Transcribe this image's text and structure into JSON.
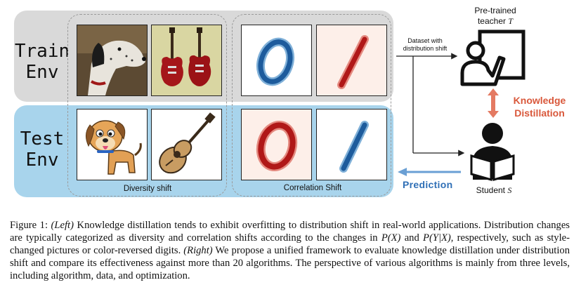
{
  "labels": {
    "train_line1": "Train",
    "train_line2": "Env",
    "test_line1": "Test",
    "test_line2": "Env",
    "diversity_shift": "Diversity shift",
    "correlation_shift": "Correlation Shift",
    "dataset_line1": "Dataset with",
    "dataset_line2": "distribution shift",
    "teacher_line1": "Pre-trained",
    "teacher_line2": "teacher",
    "teacher_symbol": "T",
    "knowledge_line1": "Knowledge",
    "knowledge_line2": "Distillation",
    "prediction": "Prediction",
    "student_text": "Student",
    "student_symbol": "S"
  },
  "colors": {
    "train_band": "#d9d9d9",
    "test_band": "#a8d4ec",
    "knowledge_distillation": "#d9583b",
    "prediction": "#2f6fb6",
    "digit_blue": "#1d5b9c",
    "digit_red": "#b01818"
  },
  "caption": {
    "figure_label": "Figure 1:",
    "left_tag": "(Left)",
    "part1": " Knowledge distillation tends to exhibit overfitting to distribution shift in real-world applications. Distribution changes are typically categorized as diversity and correlation shifts according to the changes in ",
    "px": "P(X)",
    "and": " and ",
    "pyx": "P(Y|X)",
    "part2": ", respectively, such as style-changed pictures or color-reversed digits. ",
    "right_tag": "(Right)",
    "part3": " We propose a unified framework to evaluate knowledge distillation under distribution shift and compare its effectiveness against more than 20 algorithms. The perspective of various algorithms is mainly from three levels, including algorithm, data, and optimization."
  },
  "icons": [
    "dog-photo-icon",
    "electric-guitar-icon",
    "cartoon-dog-icon",
    "acoustic-guitar-sketch-icon",
    "digit-zero-icon",
    "digit-one-icon",
    "teacher-icon",
    "student-reading-icon"
  ]
}
